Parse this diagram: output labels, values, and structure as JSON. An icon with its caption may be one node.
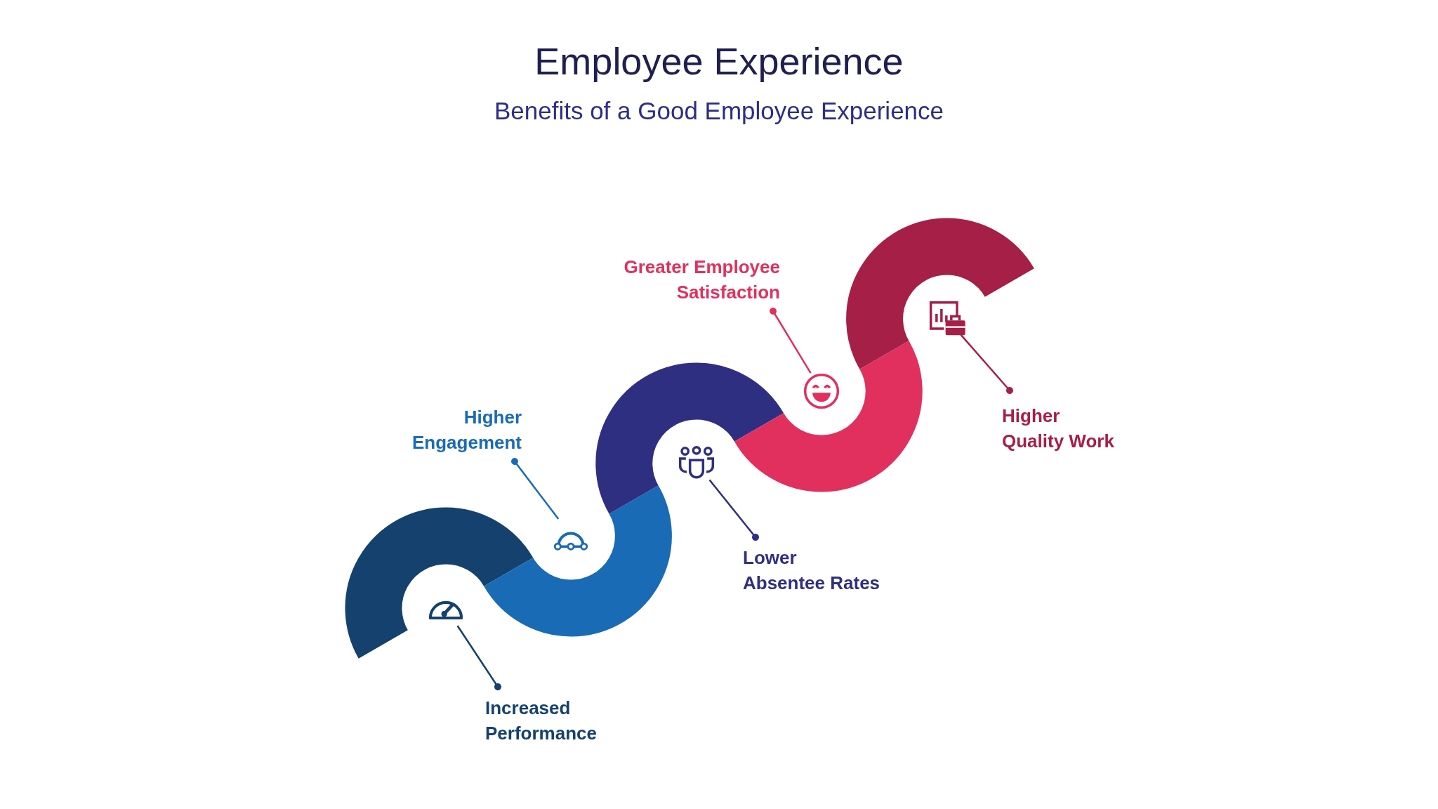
{
  "diagram": {
    "title": "Employee Experience",
    "nodes": [
      {
        "text": [
          "Increased Performance"
        ]
      },
      {
        "text": [
          "Higher Engagement"
        ]
      },
      {
        "text": [
          "Lower Absentee Rates"
        ]
      },
      {
        "text": [
          "Greater Employee Satisfaction"
        ]
      },
      {
        "text": [
          "Higher Quality Work"
        ]
      },
      {
        "text": [],
        "shape": "gauge"
      },
      {
        "text": [],
        "shape": "car"
      },
      {
        "text": [],
        "shape": "people"
      },
      {
        "text": [],
        "shape": "smiley"
      },
      {
        "text": [],
        "shape": "chart"
      }
    ],
    "edges": [
      {
        "from": 0,
        "to": 5,
        "arrow": "other",
        "color": "#14416e"
      },
      {
        "from": 1,
        "to": 6,
        "arrow": "other",
        "color": "#1a6bb5"
      },
      {
        "from": 2,
        "to": 7,
        "arrow": "other",
        "color": "#2f2f82"
      },
      {
        "from": 3,
        "to": 8,
        "arrow": "other",
        "color": "#e1305e"
      },
      {
        "from": 4,
        "to": 9,
        "arrow": "other",
        "color": "#a51f46"
      }
    ],
    "labels": [
      "Benefits of a Good Employee Experience"
    ]
  }
}
